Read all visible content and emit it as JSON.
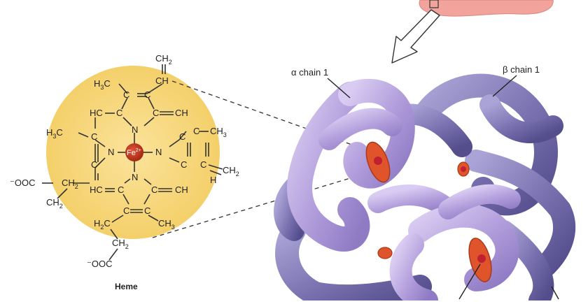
{
  "labels": {
    "heme_title": "Heme",
    "alpha_chain": "α chain 1",
    "beta_chain": "β chain 1",
    "iron": "Fe",
    "iron_charge": "2+"
  },
  "atoms": {
    "ch2": "CH",
    "ch2_sub": "2",
    "ch": "CH",
    "h3c": "H",
    "h3c_sub": "3",
    "c_letter": "C",
    "hc": "HC",
    "n": "N",
    "ch3": "CH",
    "ch3_sub": "3",
    "h": "H",
    "ooc": "⁻OOC",
    "h2c": "H",
    "h2c_sub": "2"
  },
  "colors": {
    "heme_disc": "#f7d87a",
    "iron": "#c8351e",
    "alpha_tube": "#b9a6df",
    "beta_tube": "#7f77b3",
    "heme_group": "#e0542c",
    "cell": "#f2a39c"
  }
}
